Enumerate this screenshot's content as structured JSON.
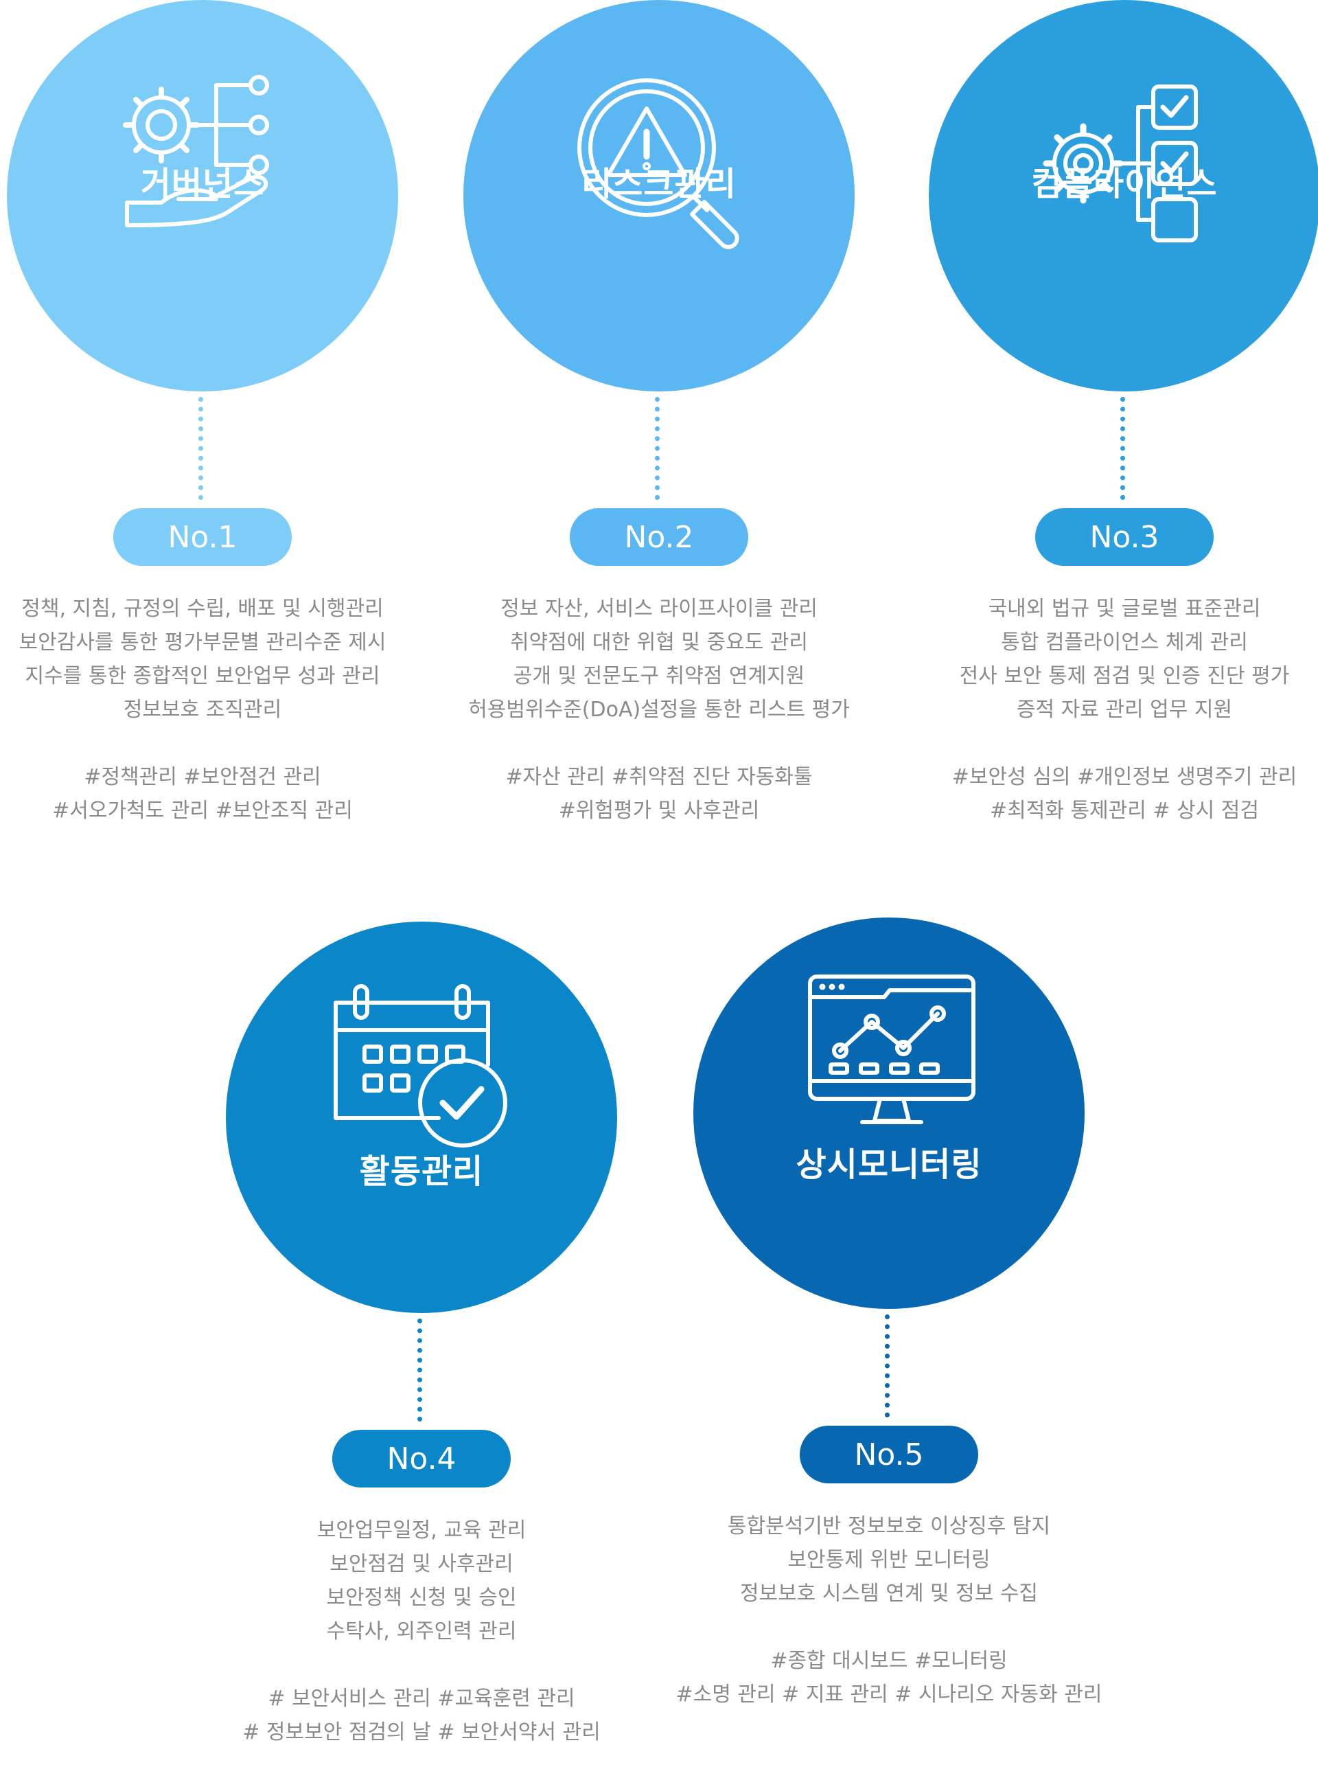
{
  "items": [
    {
      "title": "거버넌스",
      "badge": "No.1",
      "color": "#7dcdf8",
      "lines": [
        "정책, 지침, 규정의 수립, 배포 및 시행관리",
        "보안감사를 통한 평가부문별 관리수준 제시",
        "지수를 통한 종합적인 보안업무 성과 관리",
        "정보보호 조직관리"
      ],
      "tags": [
        "#정책관리 #보안점건 관리",
        "#서오가척도 관리 #보안조직 관리"
      ],
      "icon": "gear-hand-icon"
    },
    {
      "title": "리스크관리",
      "badge": "No.2",
      "color": "#5bb7f1",
      "lines": [
        "정보 자산, 서비스 라이프사이클 관리",
        "취약점에 대한 위협 및 중요도 관리",
        "공개 및 전문도구 취약점 연계지원",
        "허용범위수준(DoA)설정을 통한 리스트 평가"
      ],
      "tags": [
        "#자산 관리 #취약점 진단 자동화툴",
        "#위험평가 및 사후관리"
      ],
      "icon": "magnifier-warning-icon"
    },
    {
      "title": "컴플라이언스",
      "badge": "No.3",
      "color": "#2b9ede",
      "lines": [
        "국내외 법규 및 글로벌 표준관리",
        "통합 컴플라이언스 체계 관리",
        "전사 보안 통제 점검 및 인증 진단 평가",
        "증적 자료 관리 업무 지원"
      ],
      "tags": [
        "#보안성 심의 #개인정보 생명주기 관리",
        "#최적화 통제관리 # 상시 점검"
      ],
      "icon": "gear-checklist-icon"
    },
    {
      "title": "활동관리",
      "badge": "No.4",
      "color": "#0b87c9",
      "lines": [
        "보안업무일정, 교육 관리",
        "보안점검 및 사후관리",
        "보안정책 신청 및 승인",
        "수탁사, 외주인력 관리"
      ],
      "tags": [
        "# 보안서비스 관리 #교육훈련 관리",
        "# 정보보안 점검의 날 # 보안서약서 관리"
      ],
      "icon": "calendar-check-icon"
    },
    {
      "title": "상시모니터링",
      "badge": "No.5",
      "color": "#0867b1",
      "lines": [
        "통합분석기반 정보보호 이상징후 탐지",
        "보안통제 위반 모니터링",
        "정보보호 시스템 연계 및 정보 수집"
      ],
      "tags": [
        "#종합 대시보드 #모니터링",
        "#소명 관리 # 지표 관리 # 시나리오 자동화 관리"
      ],
      "icon": "monitor-chart-icon"
    }
  ]
}
